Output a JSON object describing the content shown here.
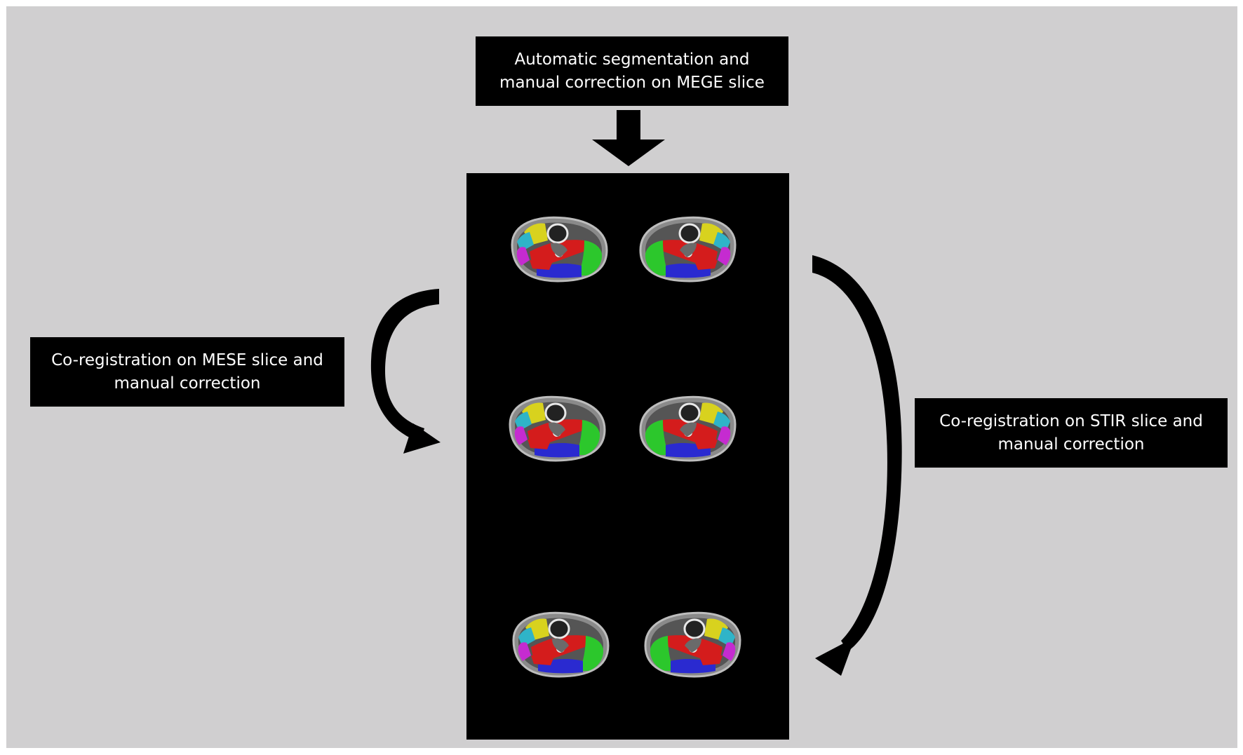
{
  "steps": {
    "top": {
      "line1": "Automatic segmentation and",
      "line2": "manual correction on MEGE slice"
    },
    "left": {
      "line1": "Co-registration on MESE slice and",
      "line2": "manual correction"
    },
    "right": {
      "line1": "Co-registration on STIR slice and",
      "line2": "manual correction"
    }
  },
  "colors": {
    "background": "#d0cfd0",
    "box": "#000000",
    "text": "#ffffff",
    "arrow": "#000000",
    "segment_yellow": "#d8d21e",
    "segment_cyan": "#2fb4c8",
    "segment_magenta": "#c52bd0",
    "segment_red": "#d41c1c",
    "segment_green": "#2cc72c",
    "segment_blue": "#2a2ad0"
  },
  "images": [
    {
      "name": "MEGE slice",
      "slices": 2
    },
    {
      "name": "MESE slice",
      "slices": 2
    },
    {
      "name": "STIR slice",
      "slices": 2
    }
  ]
}
